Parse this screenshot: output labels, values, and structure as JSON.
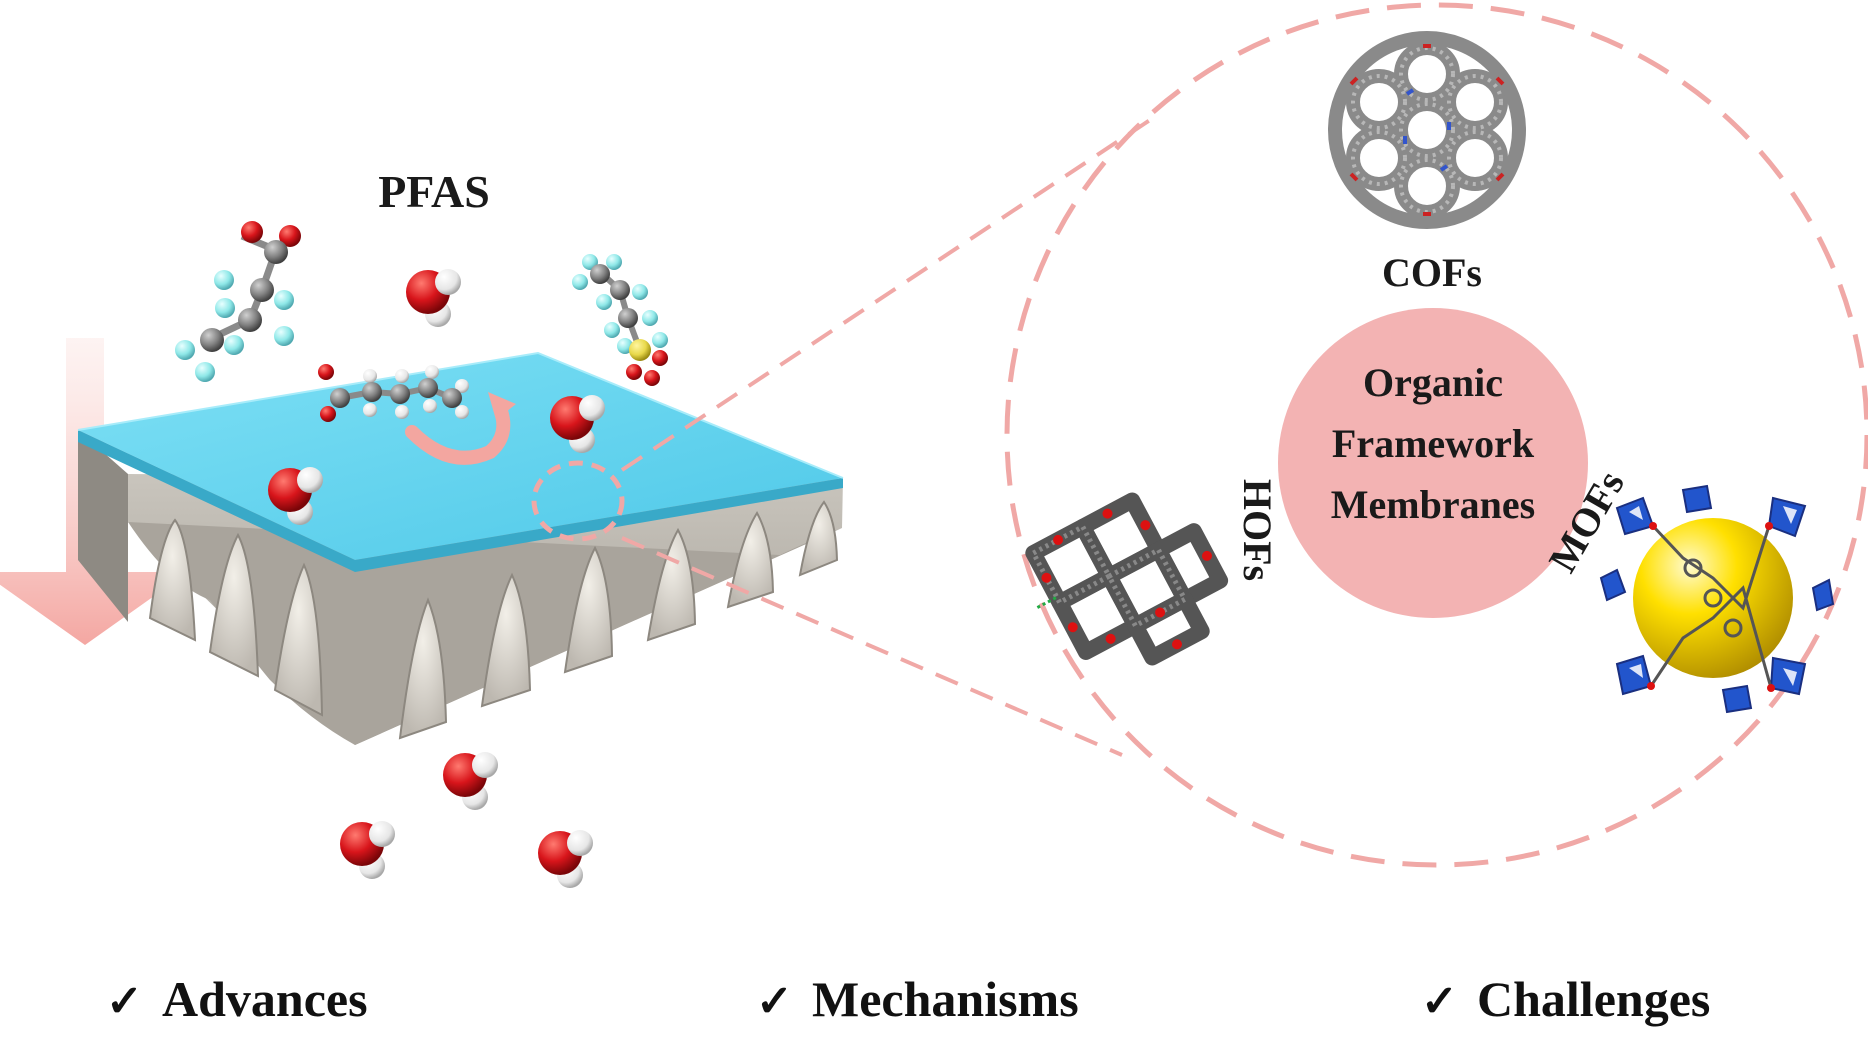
{
  "labels": {
    "pfas": "PFAS",
    "cofs": "COFs",
    "hofs": "HOFs",
    "mofs": "MOFs",
    "center_line1": "Organic",
    "center_line2": "Framework",
    "center_line3": "Membranes"
  },
  "footer": [
    {
      "check": "✓",
      "text": "Advances"
    },
    {
      "check": "✓",
      "text": "Mechanisms"
    },
    {
      "check": "✓",
      "text": "Challenges"
    }
  ],
  "colors": {
    "membrane_top": "#5fd3ee",
    "membrane_support": "#b9b5ad",
    "dashed_circle": "#f0a8a6",
    "center_circle": "#f3b3b3",
    "center_text": "#555555",
    "arrow": "#f6b2ae",
    "oxygen": "#d8151b",
    "hydrogen": "#f2f2f2",
    "fluorine": "#8fe8e8",
    "carbon": "#7d7d7d",
    "sulfur": "#e8d84a",
    "mof_sphere": "#f2d400",
    "mof_polyhedra": "#2255cc"
  },
  "icons": [
    "water-molecule-icon",
    "pfas-molecule-icon",
    "cof-framework-icon",
    "hof-framework-icon",
    "mof-framework-icon",
    "down-arrow-icon",
    "curved-arrow-icon"
  ]
}
